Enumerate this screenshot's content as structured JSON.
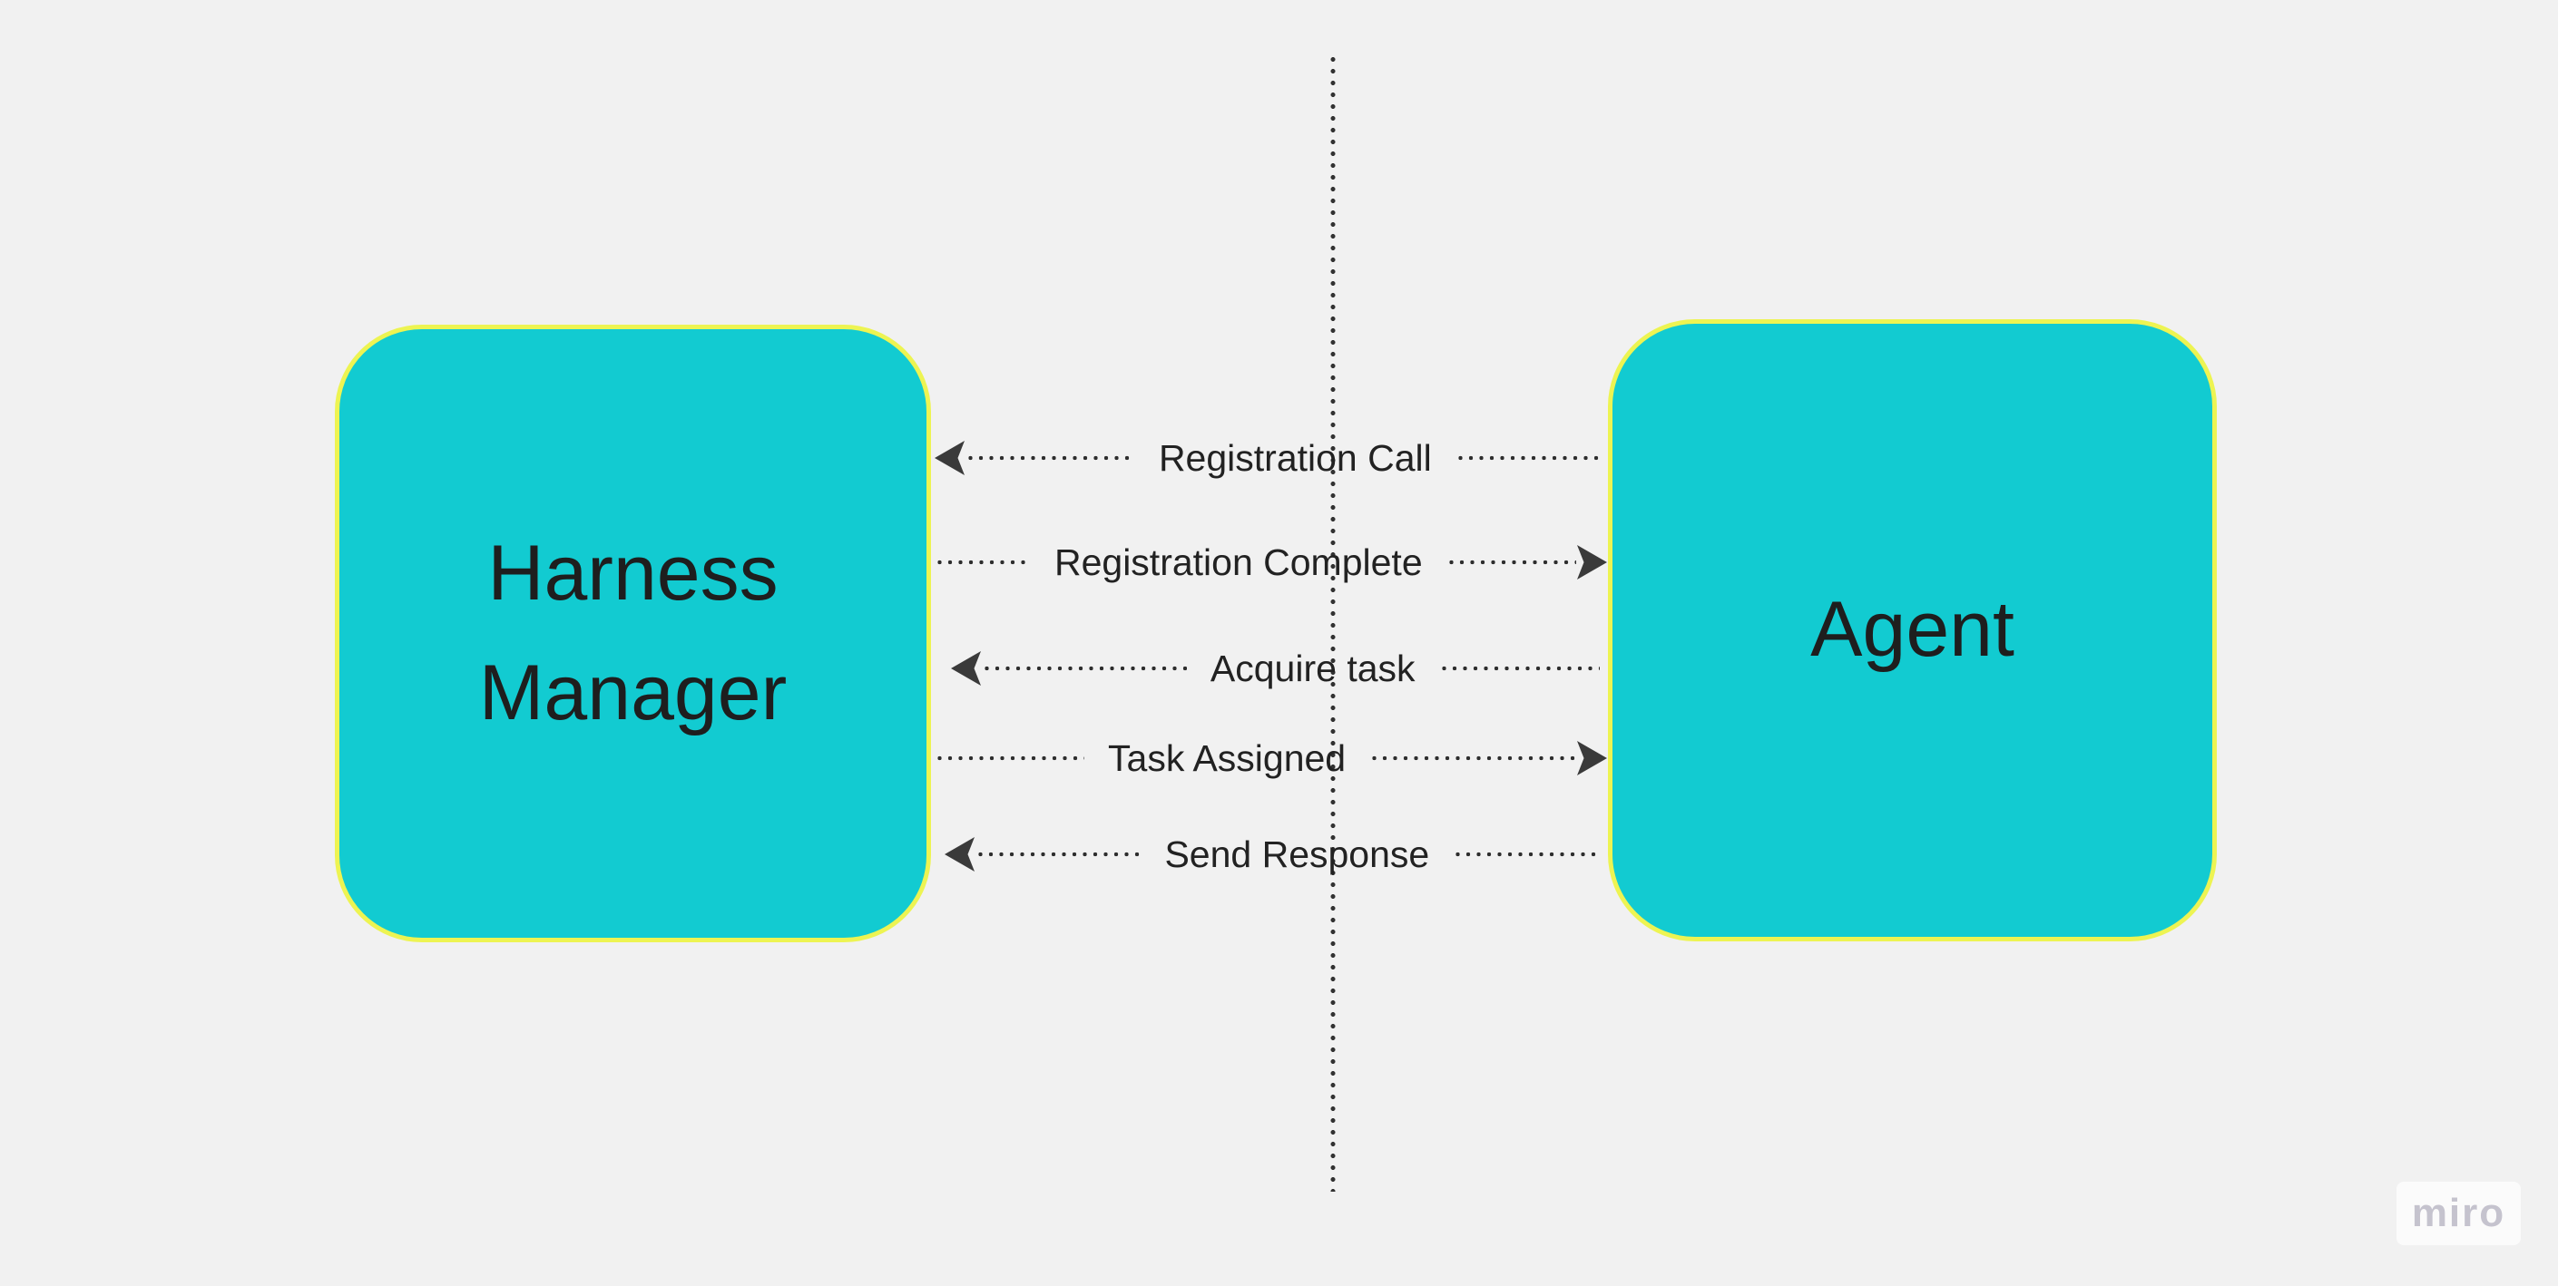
{
  "board": {
    "background_color": "#f1f1f1",
    "actors": [
      {
        "id": "harness-manager",
        "label": "Harness\nManager"
      },
      {
        "id": "agent",
        "label": "Agent"
      }
    ],
    "messages": [
      {
        "label": "Registration Call",
        "direction": "left",
        "from": "agent",
        "to": "harness-manager"
      },
      {
        "label": "Registration Complete",
        "direction": "right",
        "from": "harness-manager",
        "to": "agent"
      },
      {
        "label": "Acquire task",
        "direction": "left",
        "from": "agent",
        "to": "harness-manager"
      },
      {
        "label": "Task Assigned",
        "direction": "right",
        "from": "harness-manager",
        "to": "agent"
      },
      {
        "label": "Send Response",
        "direction": "left",
        "from": "agent",
        "to": "harness-manager"
      }
    ],
    "colors": {
      "shape_fill": "#12cbd1",
      "shape_border": "#edf452",
      "connector": "#333333",
      "text": "#1e1e1e",
      "watermark_text": "#c5c3ce"
    }
  },
  "watermark": {
    "label": "miro"
  }
}
